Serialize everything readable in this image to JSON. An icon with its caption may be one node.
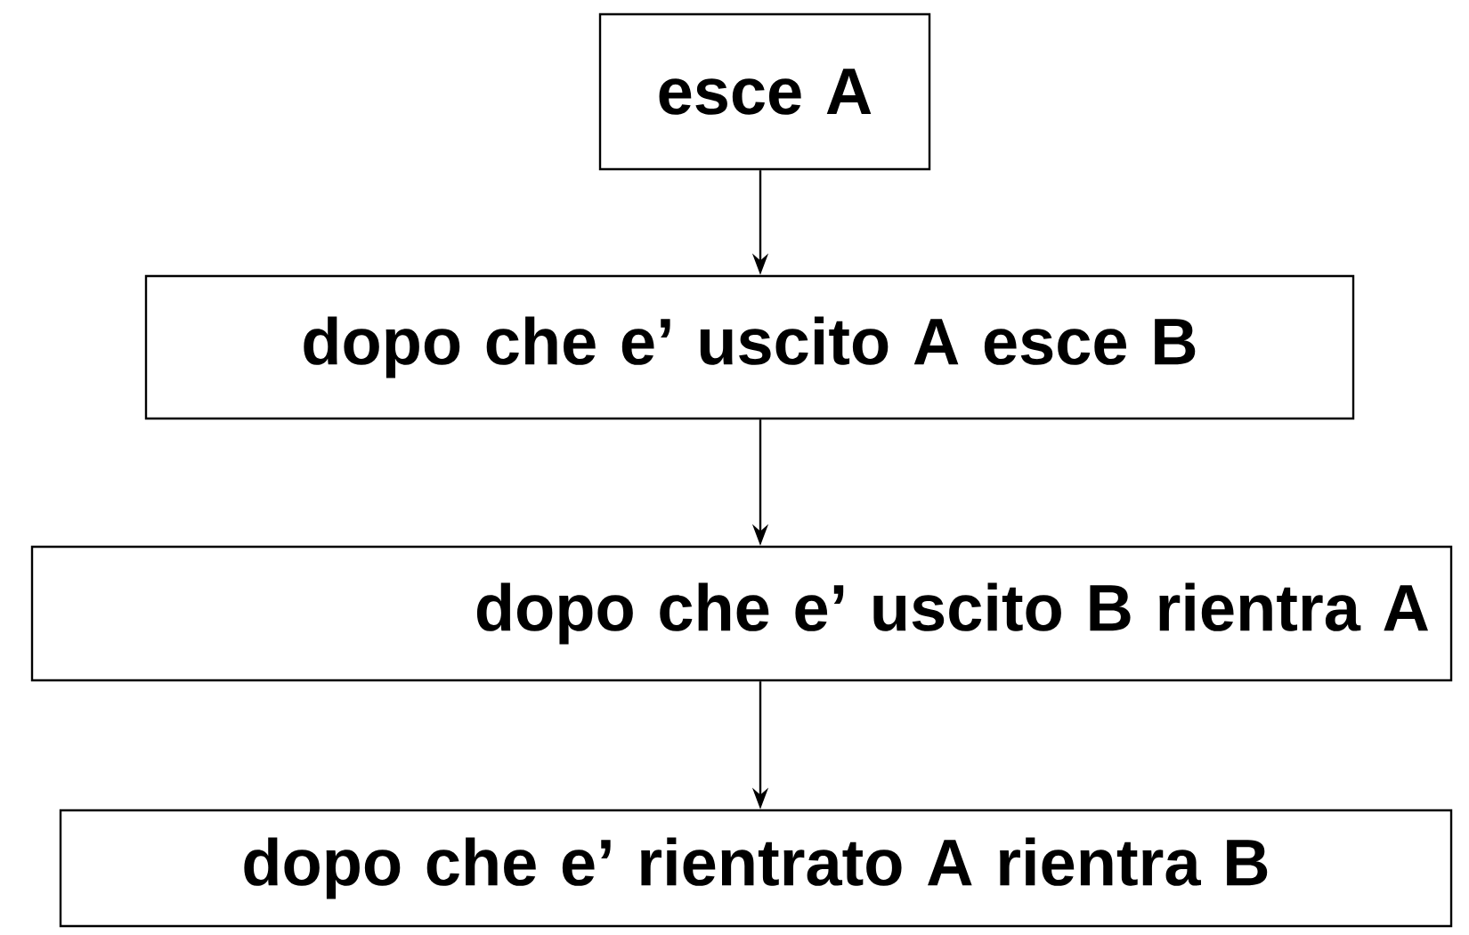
{
  "diagram": {
    "nodes": [
      {
        "text": [
          "esce A"
        ]
      },
      {
        "text": [
          "dopo che e’ uscito A esce B"
        ]
      },
      {
        "text": [
          "dopo che e’ uscito B rientra A"
        ]
      },
      {
        "text": [
          "dopo che e’ rientrato A rientra B"
        ]
      }
    ],
    "edges": [
      {
        "from": 0,
        "to": 1,
        "arrow": "to"
      },
      {
        "from": 1,
        "to": 2,
        "arrow": "to"
      },
      {
        "from": 2,
        "to": 3,
        "arrow": "to"
      }
    ]
  }
}
